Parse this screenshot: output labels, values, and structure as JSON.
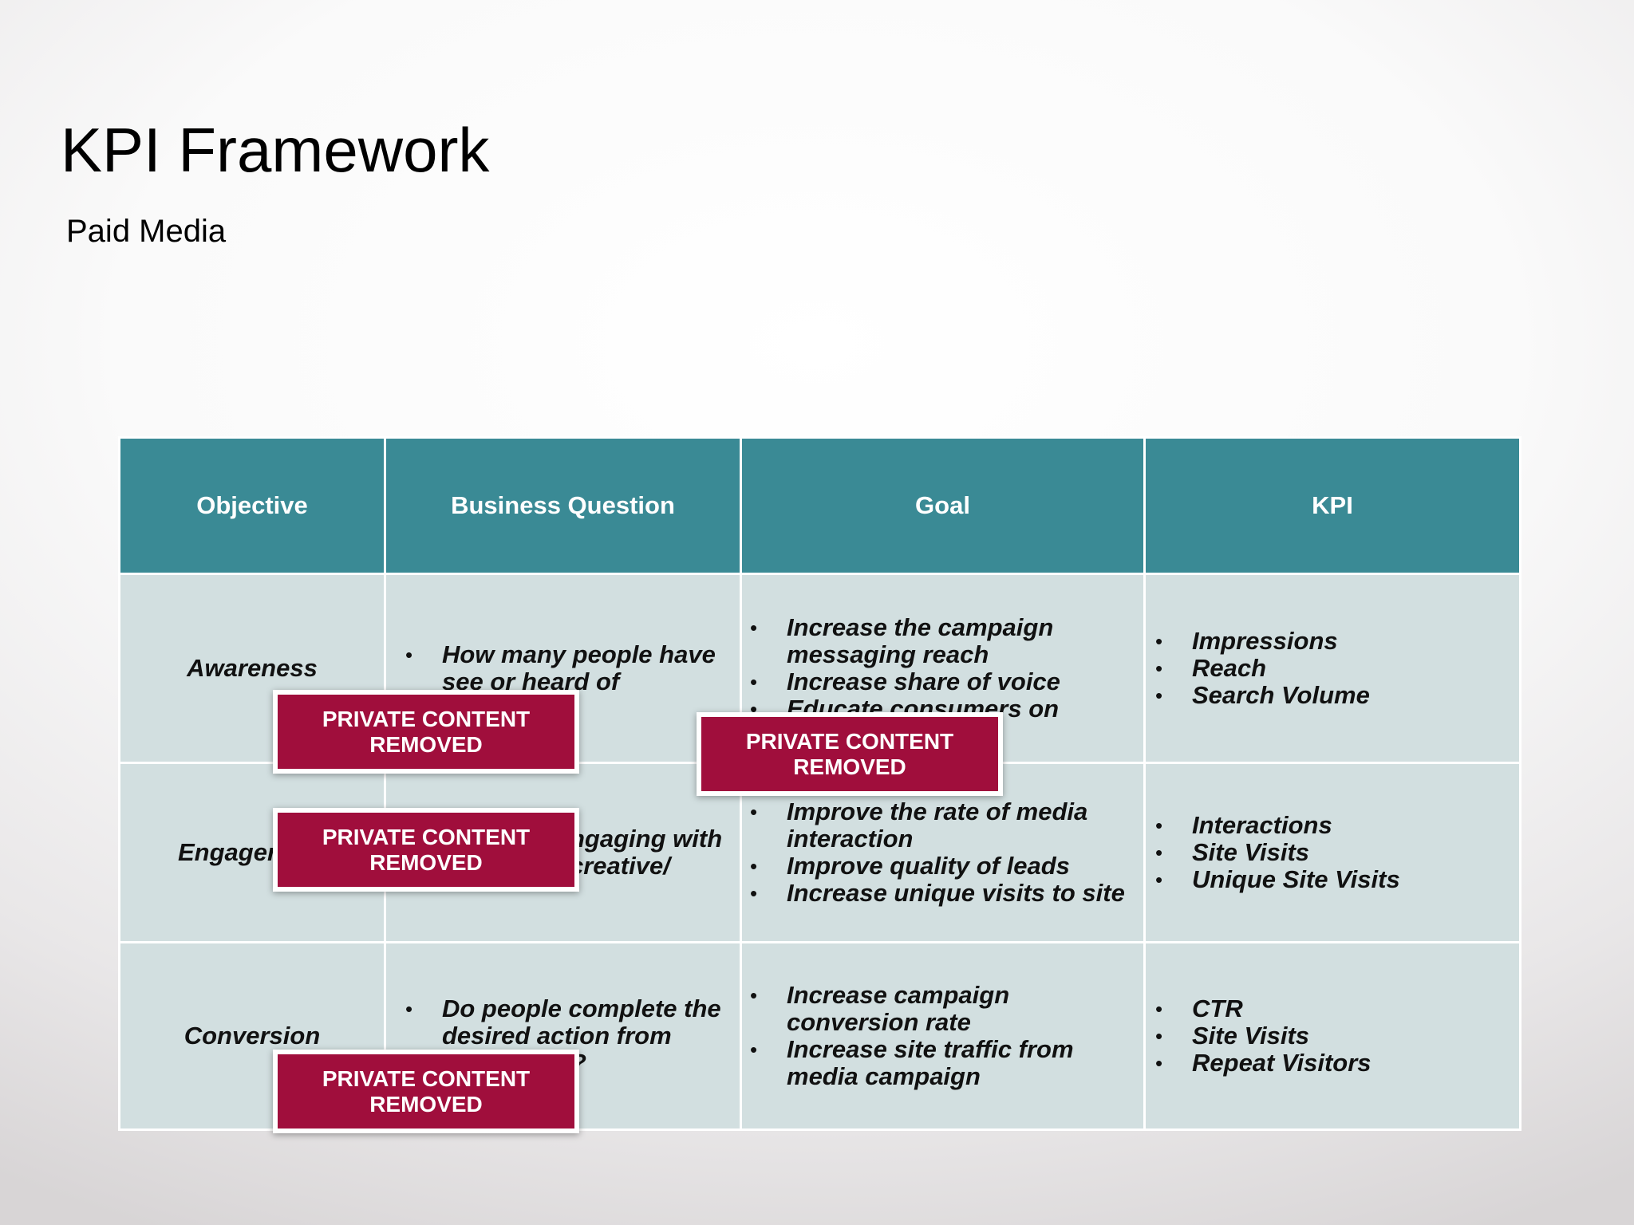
{
  "slide": {
    "title": "KPI Framework",
    "subtitle": "Paid Media"
  },
  "table": {
    "headers": [
      "Objective",
      "Business Question",
      "Goal",
      "KPI"
    ],
    "rows": [
      {
        "objective": "Awareness",
        "question": [
          "How many people have see or heard of"
        ],
        "goals": [
          "Increase the campaign messaging reach",
          "Increase share of voice",
          "Educate consumers on"
        ],
        "kpis": [
          "Impressions",
          "Reach",
          "Search Volume"
        ]
      },
      {
        "objective": "Engager",
        "question": [
          "ngaging with creative/"
        ],
        "goals": [
          "Improve the rate of media interaction",
          "Improve quality of leads",
          "Increase unique visits to site"
        ],
        "kpis": [
          "Interactions",
          "Site Visits",
          "Unique Site Visits"
        ]
      },
      {
        "objective": "Conversion",
        "question": [
          "Do people complete the desired action from messaging?"
        ],
        "goals": [
          "Increase campaign conversion rate",
          "Increase site traffic from media campaign"
        ],
        "kpis": [
          "CTR",
          "Site Visits",
          "Repeat Visitors"
        ]
      }
    ]
  },
  "redactions": [
    {
      "label": "PRIVATE CONTENT\nREMOVED"
    },
    {
      "label": "PRIVATE CONTENT\nREMOVED"
    },
    {
      "label": "PRIVATE CONTENT\nREMOVED"
    },
    {
      "label": "PRIVATE CONTENT\nREMOVED"
    }
  ],
  "colors": {
    "header_bg": "#3a8a95",
    "cell_bg": "#d2dfe0",
    "redaction_bg": "#a00e3c"
  }
}
